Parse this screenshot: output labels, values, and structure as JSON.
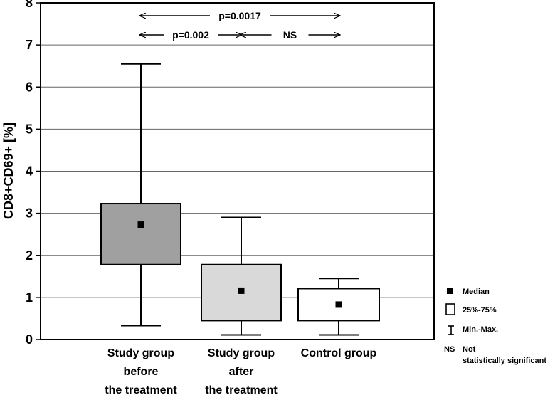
{
  "chart_data": {
    "type": "boxplot",
    "ylabel": "CD8+CD69+ [%]",
    "ylim": [
      0,
      8
    ],
    "yticks": [
      "0",
      "1",
      "2",
      "3",
      "4",
      "5",
      "6",
      "7",
      "8"
    ],
    "grid": true,
    "categories": [
      [
        "Study group",
        "before",
        "the treatment"
      ],
      [
        "Study group",
        "after",
        "the treatment"
      ],
      [
        "Control group"
      ]
    ],
    "boxes": [
      {
        "min": 0.33,
        "q1": 1.78,
        "median": 2.73,
        "q3": 3.23,
        "max": 6.55,
        "fill": "#a0a0a0"
      },
      {
        "min": 0.11,
        "q1": 0.45,
        "median": 1.16,
        "q3": 1.78,
        "max": 2.9,
        "fill": "#d9d9d9"
      },
      {
        "min": 0.11,
        "q1": 0.45,
        "median": 0.83,
        "q3": 1.21,
        "max": 1.45,
        "fill": "#ffffff"
      }
    ],
    "annotations": [
      {
        "label": "p=0.0017",
        "from": 0,
        "to": 2
      },
      {
        "label": "p=0.002",
        "from": 0,
        "to": 1
      },
      {
        "label": "NS",
        "from": 1,
        "to": 2
      }
    ],
    "legend": {
      "position": "bottom-right",
      "items": [
        {
          "symbol": "median",
          "label": "Median"
        },
        {
          "symbol": "box",
          "label": "25%-75%"
        },
        {
          "symbol": "whisker",
          "label": "Min.-Max."
        },
        {
          "symbol": "NS",
          "label": [
            "Not",
            "statistically significant"
          ]
        }
      ]
    }
  }
}
